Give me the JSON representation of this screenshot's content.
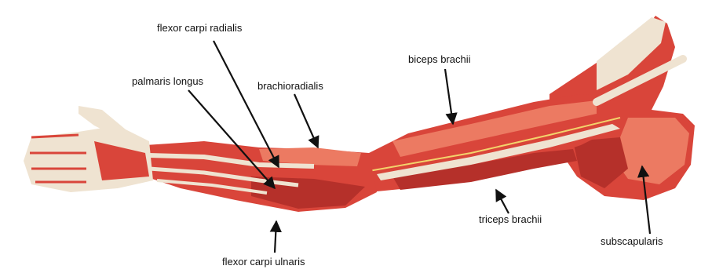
{
  "diagram": {
    "labels": {
      "flexor_carpi_radialis": "flexor carpi radialis",
      "palmaris_longus": "palmaris longus",
      "brachioradialis": "brachioradialis",
      "biceps_brachii": "biceps brachii",
      "triceps_brachii": "triceps brachii",
      "subscapularis": "subscapularis",
      "flexor_carpi_ulnaris": "flexor carpi ulnaris"
    },
    "colors": {
      "muscle": "#d9453a",
      "muscle_dark": "#b5302a",
      "muscle_light": "#ec7a62",
      "tendon": "#efe3d1",
      "nerve": "#f3d36b",
      "arrow": "#111111"
    }
  }
}
